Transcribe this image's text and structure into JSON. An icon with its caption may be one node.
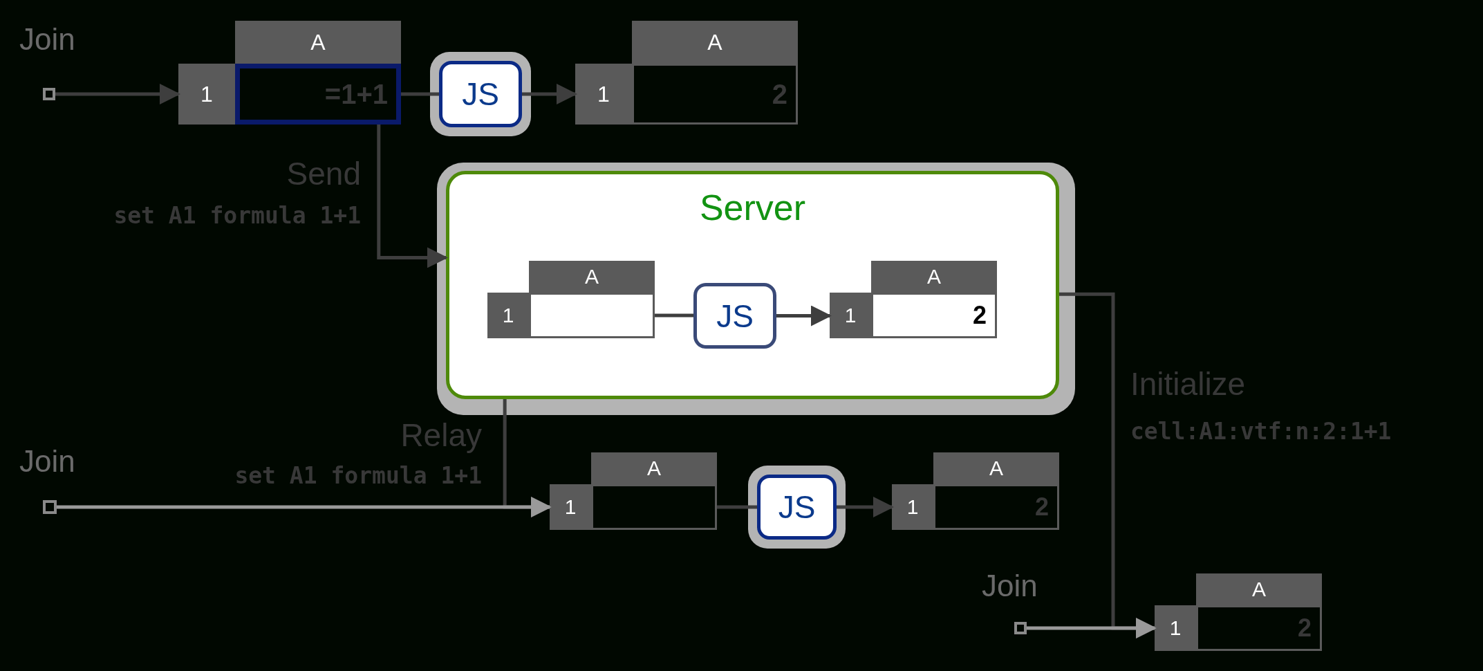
{
  "diagram": {
    "nodes": [
      {
        "text": [],
        "shape": "box",
        "beside": [
          "Join"
        ]
      },
      {
        "text": [
          "A",
          "1",
          "=1+1"
        ]
      },
      {
        "text": [
          "JS"
        ]
      },
      {
        "text": [
          "A",
          "1",
          "2"
        ]
      },
      {
        "text": [
          "Server"
        ]
      },
      {
        "text": [
          "A",
          "1"
        ],
        "in": 4
      },
      {
        "text": [
          "JS"
        ],
        "in": 4
      },
      {
        "text": [
          "A",
          "1",
          "2"
        ],
        "in": 4
      },
      {
        "text": [],
        "shape": "box",
        "beside": [
          "Join"
        ]
      },
      {
        "text": [
          "A",
          "1"
        ]
      },
      {
        "text": [
          "JS"
        ]
      },
      {
        "text": [
          "A",
          "1",
          "2"
        ]
      },
      {
        "text": [],
        "shape": "box",
        "beside": [
          "Join"
        ]
      },
      {
        "text": [
          "A",
          "1",
          "2"
        ]
      }
    ],
    "edges": [
      {
        "from": 0,
        "to": 1,
        "arrow": "to"
      },
      {
        "from": 1,
        "to": 2,
        "arrow": "none"
      },
      {
        "from": 2,
        "to": 3,
        "arrow": "to"
      },
      {
        "from": 1,
        "to": 4,
        "arrow": "to",
        "label": "Send"
      },
      {
        "from": 5,
        "to": 6,
        "arrow": "none"
      },
      {
        "from": 6,
        "to": 7,
        "arrow": "to"
      },
      {
        "from": 4,
        "to": 9,
        "arrow": "to",
        "label": "Relay"
      },
      {
        "from": 8,
        "to": 9,
        "arrow": "to",
        "color": "#9a9a9a"
      },
      {
        "from": 9,
        "to": 10,
        "arrow": "none"
      },
      {
        "from": 10,
        "to": 11,
        "arrow": "to"
      },
      {
        "from": 4,
        "to": 13,
        "arrow": "to",
        "label": "Initialize"
      },
      {
        "from": 12,
        "to": 13,
        "arrow": "to",
        "color": "#9a9a9a"
      }
    ],
    "labels": [
      "set A1 formula 1+1",
      "set A1 formula 1+1",
      "cell:A1:vtf:n:2:1+1"
    ]
  }
}
